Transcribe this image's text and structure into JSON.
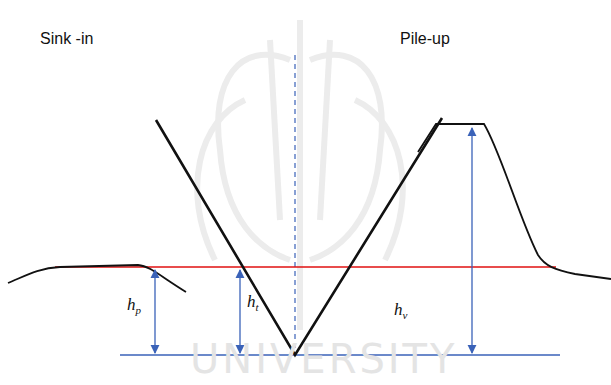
{
  "diagram": {
    "labels": [
      "Sink -in",
      "Pile-up",
      "hp",
      "ht",
      "hv",
      "UNIVERSITY"
    ]
  }
}
